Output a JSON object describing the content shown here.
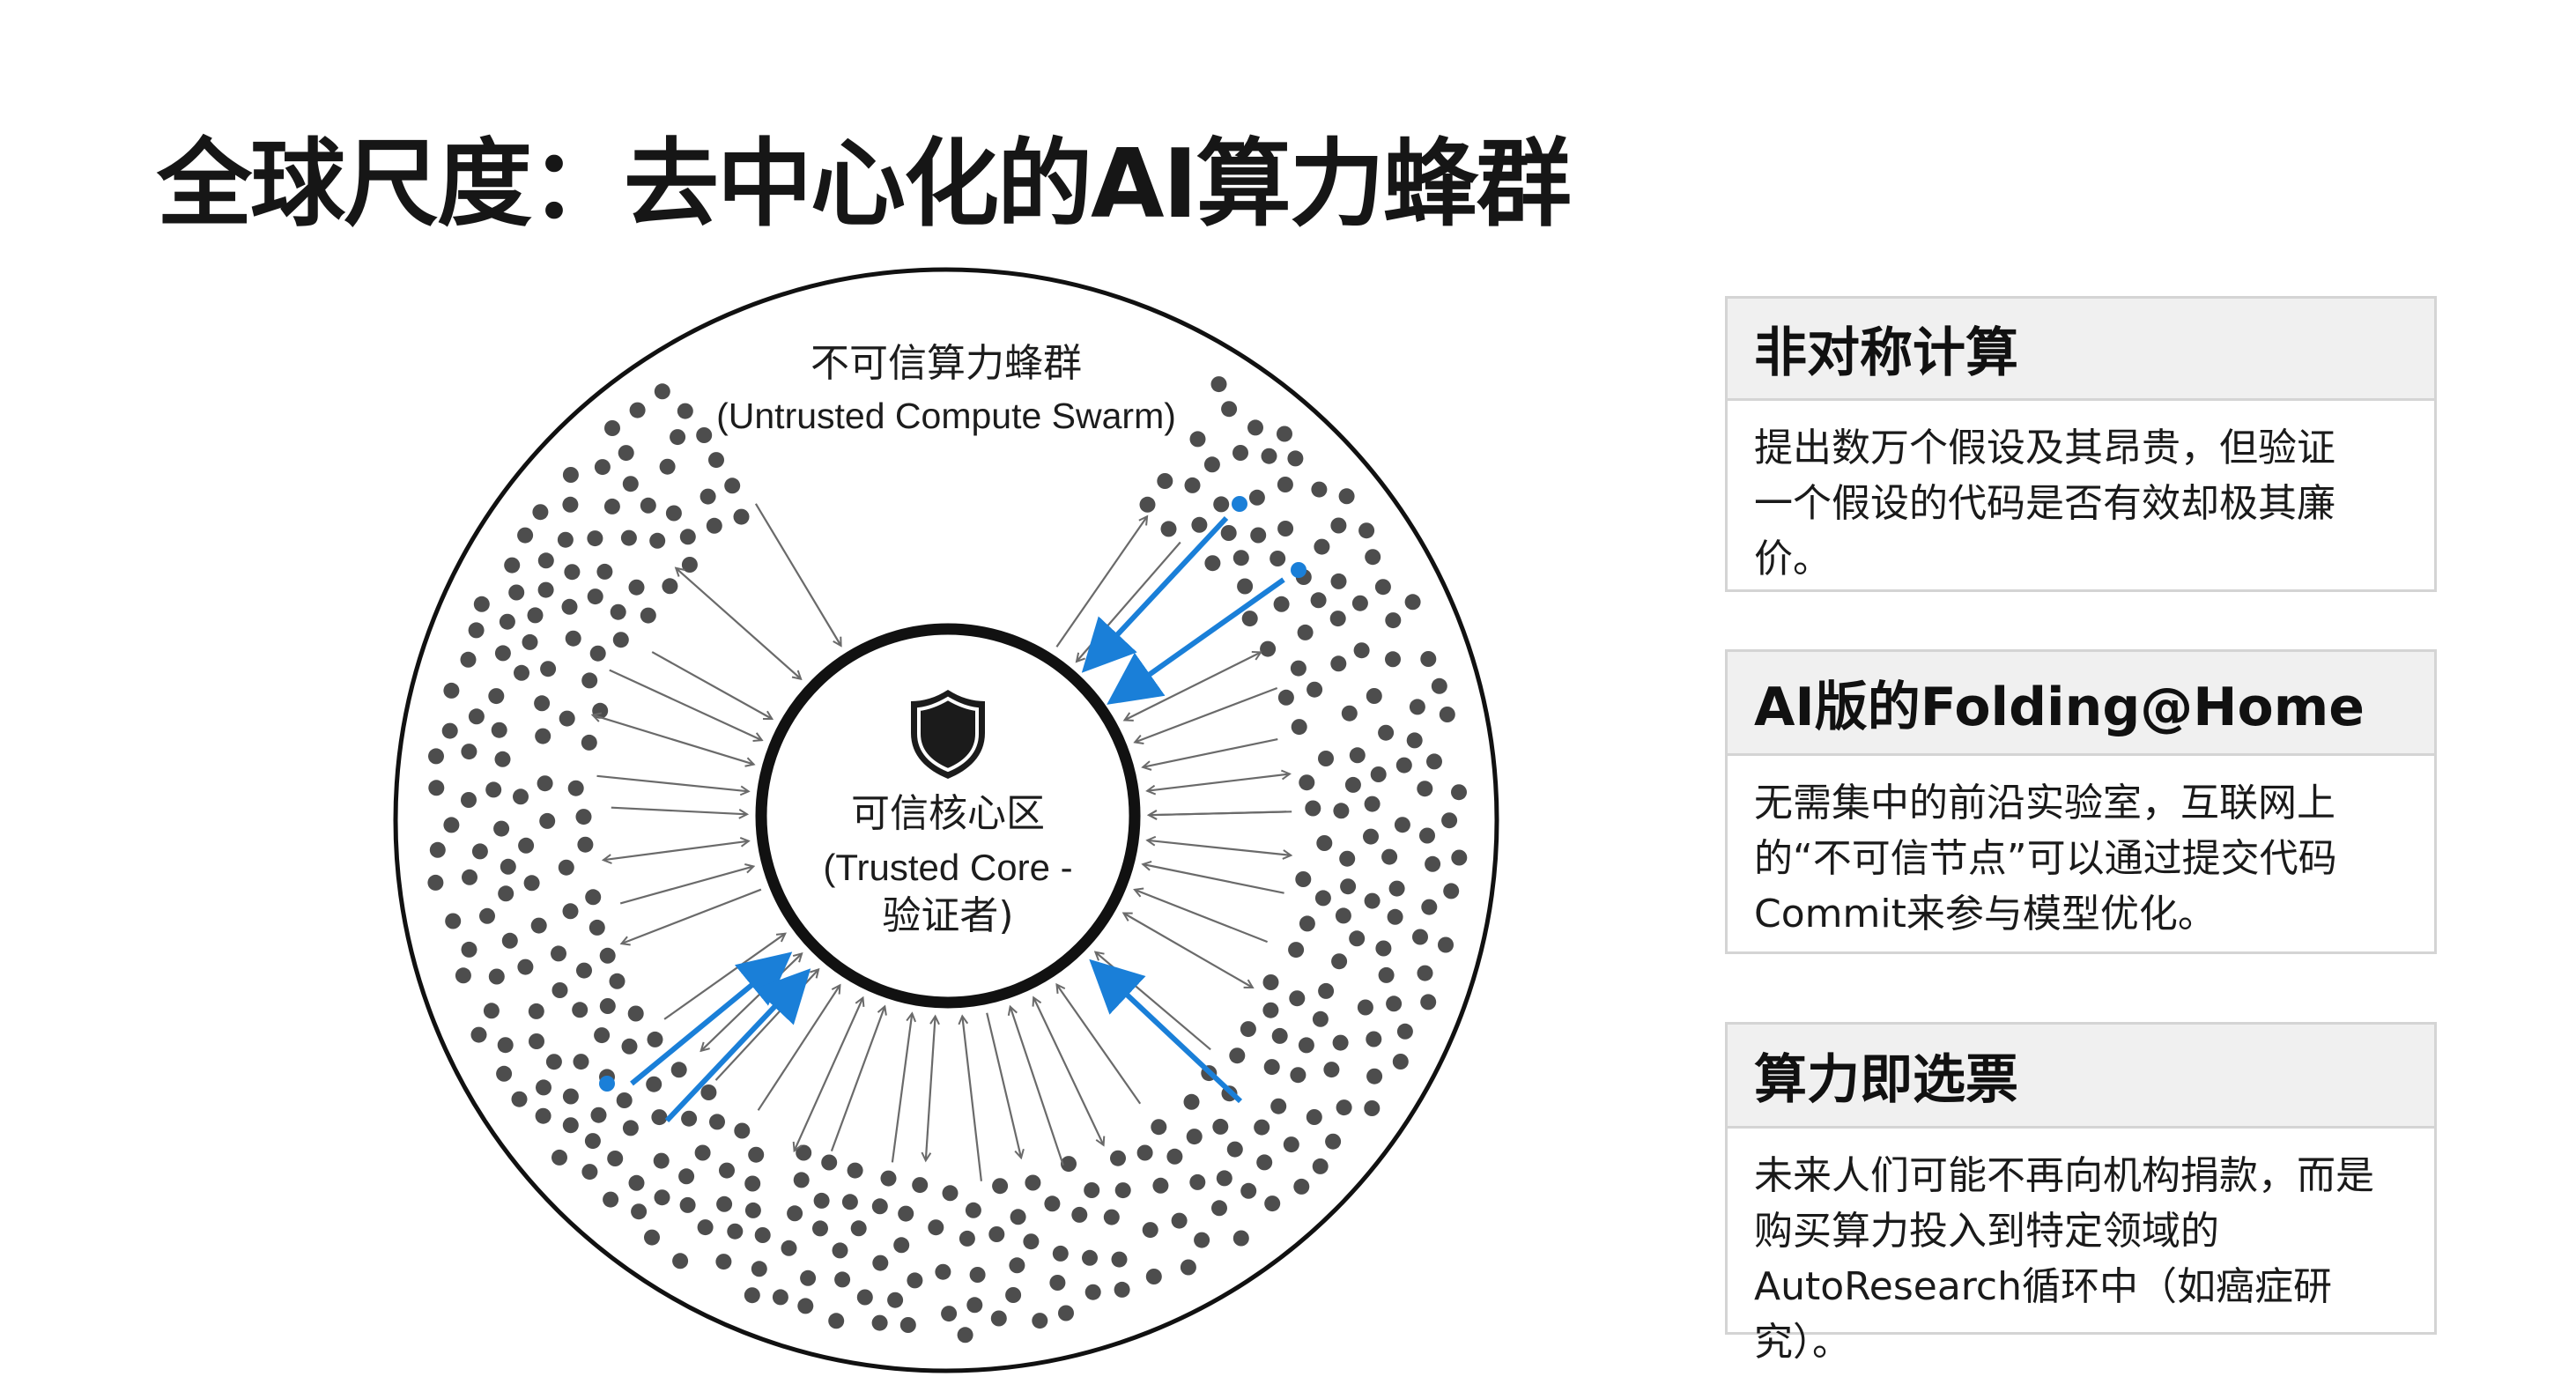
{
  "title": "全球尺度：去中心化的AI算力蜂群",
  "diagram": {
    "outer_label_zh": "不可信算力蜂群",
    "outer_label_en": "(Untrusted Compute Swarm)",
    "core_label_zh": "可信核心区",
    "core_label_en": "(Trusted Core -",
    "core_label_sub": "验证者)",
    "core_icon": "shield-icon",
    "colors": {
      "node": "#4d4d4d",
      "highlight": "#1a7fd8",
      "arrow": "#6a6a6a",
      "ring": "#111111"
    },
    "highlighted_nodes": 3,
    "highlighted_flows": 5
  },
  "cards": [
    {
      "title": "非对称计算",
      "lines": [
        "提出数万个假设及其昂贵，但验证",
        "一个假设的代码是否有效却极其廉",
        "价。"
      ]
    },
    {
      "title": "AI版的Folding@Home",
      "lines": [
        "无需集中的前沿实验室，互联网上",
        "的“不可信节点”可以通过提交代码",
        "Commit来参与模型优化。"
      ]
    },
    {
      "title": "算力即选票",
      "lines": [
        "未来人们可能不再向机构捐款，而是",
        "购买算力投入到特定领域的",
        "AutoResearch循环中（如癌症研究）。"
      ]
    }
  ]
}
